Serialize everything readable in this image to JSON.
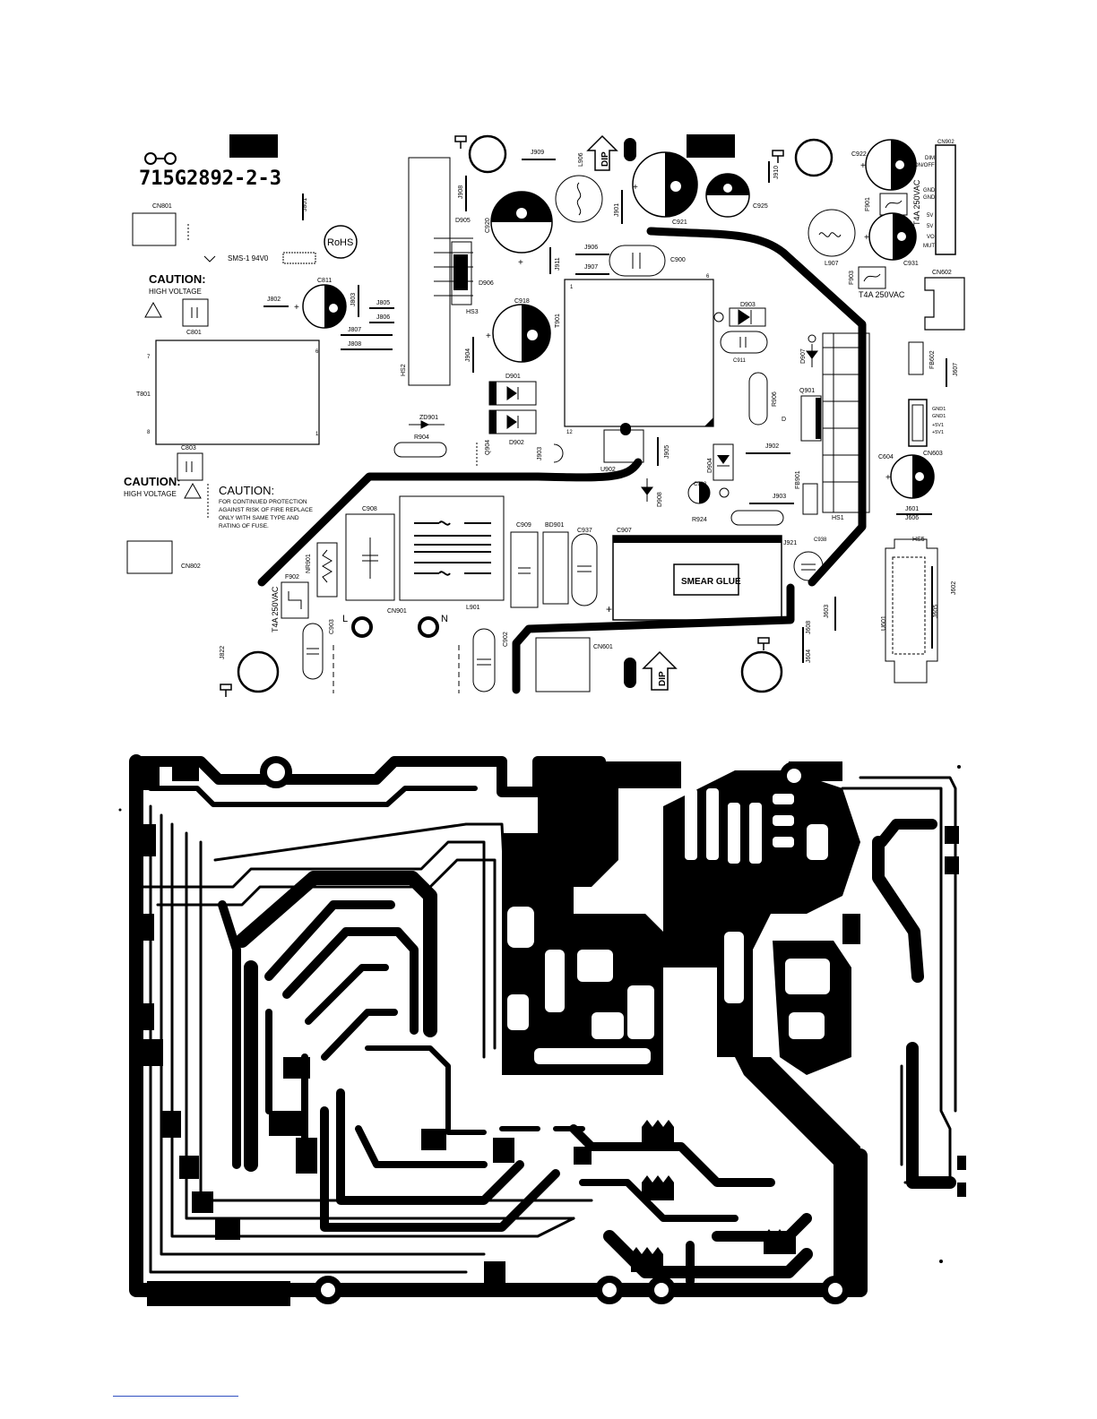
{
  "silkscreen": {
    "board_number": "715G2892-2-3",
    "rohs": "RoHS",
    "sms": "SMS-1 94V0",
    "caution1_title": "CAUTION:",
    "caution1_sub": "HIGH VOLTAGE",
    "caution2_title": "CAUTION:",
    "caution2_sub": "HIGH VOLTAGE",
    "caution3_title": "CAUTION:",
    "caution3_lines": [
      "FOR CONTINUED PROTECTION",
      "AGAINST RISK OF FIRE REPLACE",
      "ONLY WITH  SAME TYPE AND",
      "RATING OF FUSE."
    ],
    "smear_glue": "SMEAR GLUE",
    "dip_top": "DIP",
    "dip_bottom": "DIP",
    "fuse_rating_1": "T4A 250VAC",
    "fuse_rating_2": "T4A 250VAC",
    "fuse_rating_3": "T4A 250VAC",
    "line_l": "L",
    "line_n": "N",
    "connector_pins": [
      "DIM",
      "ON/OFF",
      "GND",
      "GND",
      "5V",
      "5V",
      "VO",
      "MUT"
    ],
    "cn603_pins": [
      "GND1",
      "GND1",
      "+5V1",
      "+5V1"
    ]
  },
  "refs": {
    "cn801": "CN801",
    "j801": "J801",
    "j802": "J802",
    "c811": "C811",
    "j803": "J803",
    "j805": "J805",
    "j806": "J806",
    "j807": "J807",
    "j808": "J808",
    "c801": "C801",
    "t801": "T801",
    "c803": "C803",
    "cn802": "CN802",
    "hs2": "HS2",
    "hs3": "HS3",
    "d905": "D905",
    "d906": "D906",
    "j908": "J908",
    "j909": "J909",
    "l906": "L906",
    "j901": "J901",
    "c920": "C920",
    "j911": "J911",
    "j906": "J906",
    "j907": "J907",
    "c900": "C900",
    "c921": "C921",
    "c925": "C925",
    "j910": "J910",
    "c922": "C922",
    "cn902": "CN902",
    "f901": "F901",
    "l907": "L907",
    "c931": "C931",
    "f903": "F903",
    "cn602": "CN602",
    "c918": "C918",
    "j904": "J904",
    "t901": "T901",
    "d903": "D903",
    "c911": "C911",
    "d901": "D901",
    "d902": "D902",
    "zd901": "ZD901",
    "r904": "R904",
    "q904": "Q904",
    "j903a": "J903",
    "u902": "U902",
    "j905": "J905",
    "d907": "D907",
    "r906": "R906",
    "q901": "Q901",
    "fb602": "FB602",
    "j607": "J607",
    "cn603": "CN603",
    "c604": "C604",
    "j902": "J902",
    "d904": "D904",
    "c913": "C913",
    "d908": "D908",
    "r924": "R924",
    "fb901": "FB901",
    "j903": "J903",
    "hs1": "HS1",
    "j601": "J601",
    "j606": "J606",
    "c908": "C908",
    "c909": "C909",
    "bd901": "BD901",
    "c937": "C937",
    "c907": "C907",
    "j921": "J921",
    "c938": "C938",
    "hs5": "HS5",
    "nr901": "NR901",
    "f902": "F902",
    "l901": "L901",
    "cn901": "CN901",
    "c903": "C903",
    "c902": "C902",
    "cn601": "CN601",
    "j608": "J608",
    "j603": "J603",
    "j604": "J604",
    "u601": "U601",
    "j605": "J605",
    "j602": "J602",
    "j822": "J822"
  }
}
